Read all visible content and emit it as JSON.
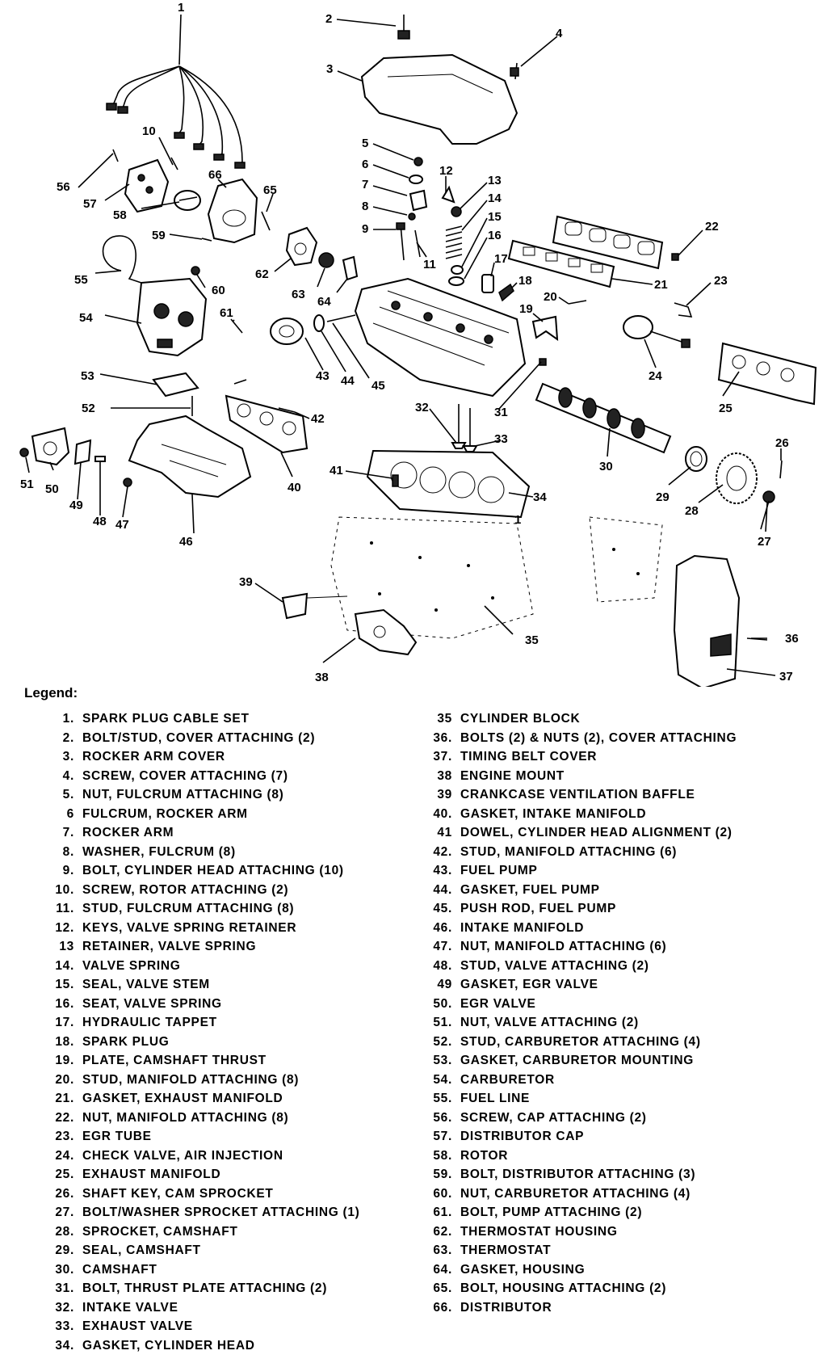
{
  "diagram": {
    "callouts": [
      "1",
      "2",
      "3",
      "4",
      "5",
      "6",
      "7",
      "8",
      "9",
      "10",
      "11",
      "12",
      "13",
      "14",
      "15",
      "16",
      "17",
      "18",
      "19",
      "20",
      "21",
      "22",
      "23",
      "24",
      "25",
      "26",
      "27",
      "28",
      "29",
      "30",
      "31",
      "32",
      "33",
      "34",
      "35",
      "36",
      "37",
      "38",
      "39",
      "40",
      "41",
      "42",
      "43",
      "44",
      "45",
      "46",
      "47",
      "48",
      "49",
      "50",
      "51",
      "52",
      "53",
      "54",
      "55",
      "56",
      "57",
      "58",
      "59",
      "60",
      "61",
      "62",
      "63",
      "64",
      "65",
      "66"
    ],
    "stray_mark": "1"
  },
  "legend": {
    "title": "Legend:",
    "left": [
      {
        "num": "1.",
        "text": "SPARK PLUG CABLE SET"
      },
      {
        "num": "2.",
        "text": "BOLT/STUD, COVER ATTACHING (2)"
      },
      {
        "num": "3.",
        "text": "ROCKER ARM COVER"
      },
      {
        "num": "4.",
        "text": "SCREW, COVER ATTACHING (7)"
      },
      {
        "num": "5.",
        "text": "NUT, FULCRUM ATTACHING (8)"
      },
      {
        "num": "6",
        "text": "FULCRUM, ROCKER ARM"
      },
      {
        "num": "7.",
        "text": "ROCKER ARM"
      },
      {
        "num": "8.",
        "text": "WASHER, FULCRUM (8)"
      },
      {
        "num": "9.",
        "text": "BOLT, CYLINDER HEAD ATTACHING (10)"
      },
      {
        "num": "10.",
        "text": "SCREW, ROTOR ATTACHING (2)"
      },
      {
        "num": "11.",
        "text": "STUD, FULCRUM ATTACHING (8)"
      },
      {
        "num": "12.",
        "text": "KEYS, VALVE SPRING RETAINER"
      },
      {
        "num": "13",
        "text": "RETAINER, VALVE SPRING"
      },
      {
        "num": "14.",
        "text": "VALVE SPRING"
      },
      {
        "num": "15.",
        "text": "SEAL, VALVE STEM"
      },
      {
        "num": "16.",
        "text": "SEAT, VALVE SPRING"
      },
      {
        "num": "17.",
        "text": "HYDRAULIC TAPPET"
      },
      {
        "num": "18.",
        "text": "SPARK PLUG"
      },
      {
        "num": "19.",
        "text": "PLATE, CAMSHAFT THRUST"
      },
      {
        "num": "20.",
        "text": "STUD, MANIFOLD ATTACHING (8)"
      },
      {
        "num": "21.",
        "text": "GASKET, EXHAUST MANIFOLD"
      },
      {
        "num": "22.",
        "text": "NUT, MANIFOLD ATTACHING (8)"
      },
      {
        "num": "23.",
        "text": "EGR TUBE"
      },
      {
        "num": "24.",
        "text": "CHECK VALVE, AIR INJECTION"
      },
      {
        "num": "25.",
        "text": "EXHAUST MANIFOLD"
      },
      {
        "num": "26.",
        "text": "SHAFT KEY, CAM SPROCKET"
      },
      {
        "num": "27.",
        "text": "BOLT/WASHER SPROCKET ATTACHING (1)"
      },
      {
        "num": "28.",
        "text": "SPROCKET, CAMSHAFT"
      },
      {
        "num": "29.",
        "text": "SEAL, CAMSHAFT"
      },
      {
        "num": "30.",
        "text": "CAMSHAFT"
      },
      {
        "num": "31.",
        "text": "BOLT, THRUST PLATE ATTACHING (2)"
      },
      {
        "num": "32.",
        "text": "INTAKE VALVE"
      },
      {
        "num": "33.",
        "text": "EXHAUST VALVE"
      },
      {
        "num": "34.",
        "text": "GASKET, CYLINDER HEAD"
      }
    ],
    "right": [
      {
        "num": "35",
        "text": "CYLINDER BLOCK"
      },
      {
        "num": "36.",
        "text": "BOLTS (2) & NUTS (2), COVER ATTACHING"
      },
      {
        "num": "37.",
        "text": "TIMING BELT COVER"
      },
      {
        "num": "38",
        "text": "ENGINE MOUNT"
      },
      {
        "num": "39",
        "text": "CRANKCASE VENTILATION BAFFLE"
      },
      {
        "num": "40.",
        "text": "GASKET, INTAKE MANIFOLD"
      },
      {
        "num": "41",
        "text": "DOWEL, CYLINDER HEAD ALIGNMENT (2)"
      },
      {
        "num": "42.",
        "text": "STUD, MANIFOLD ATTACHING (6)"
      },
      {
        "num": "43.",
        "text": "FUEL PUMP"
      },
      {
        "num": "44.",
        "text": "GASKET, FUEL PUMP"
      },
      {
        "num": "45.",
        "text": "PUSH ROD, FUEL PUMP"
      },
      {
        "num": "46.",
        "text": "INTAKE MANIFOLD"
      },
      {
        "num": "47.",
        "text": "NUT, MANIFOLD ATTACHING (6)"
      },
      {
        "num": "48.",
        "text": "STUD, VALVE ATTACHING (2)"
      },
      {
        "num": "49",
        "text": "GASKET, EGR VALVE"
      },
      {
        "num": "50.",
        "text": "EGR VALVE"
      },
      {
        "num": "51.",
        "text": "NUT, VALVE ATTACHING (2)"
      },
      {
        "num": "52.",
        "text": "STUD, CARBURETOR ATTACHING (4)"
      },
      {
        "num": "53.",
        "text": "GASKET, CARBURETOR MOUNTING"
      },
      {
        "num": "54.",
        "text": "CARBURETOR"
      },
      {
        "num": "55.",
        "text": "FUEL LINE"
      },
      {
        "num": "56.",
        "text": "SCREW, CAP ATTACHING (2)"
      },
      {
        "num": "57.",
        "text": "DISTRIBUTOR CAP"
      },
      {
        "num": "58.",
        "text": "ROTOR"
      },
      {
        "num": "59.",
        "text": "BOLT, DISTRIBUTOR ATTACHING (3)"
      },
      {
        "num": "60.",
        "text": "NUT, CARBURETOR ATTACHING (4)"
      },
      {
        "num": "61.",
        "text": "BOLT, PUMP ATTACHING (2)"
      },
      {
        "num": "62.",
        "text": "THERMOSTAT HOUSING"
      },
      {
        "num": "63.",
        "text": "THERMOSTAT"
      },
      {
        "num": "64.",
        "text": "GASKET, HOUSING"
      },
      {
        "num": "65.",
        "text": "BOLT, HOUSING ATTACHING (2)"
      },
      {
        "num": "66.",
        "text": "DISTRIBUTOR"
      }
    ]
  }
}
